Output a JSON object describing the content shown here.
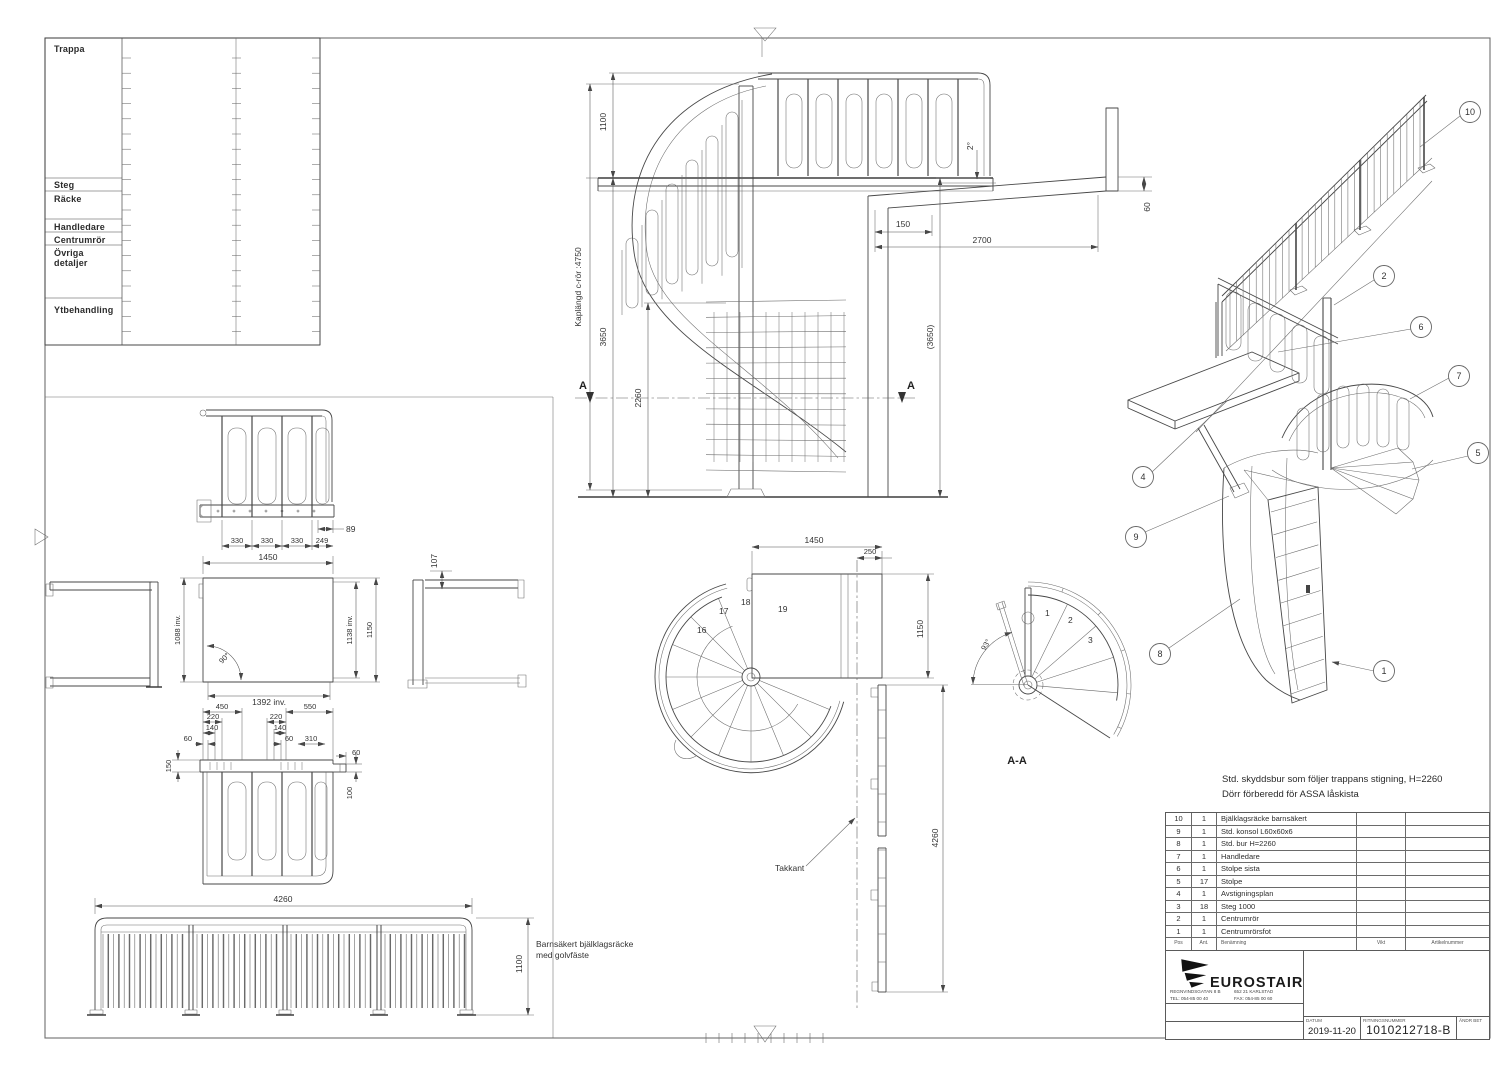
{
  "spec_table": {
    "trappa": "Trappa",
    "steg": "Steg",
    "racke": "Räcke",
    "handledare": "Handledare",
    "centrumror": "Centrumrör",
    "ovriga_1": "Övriga",
    "ovriga_2": "detaljer",
    "ytbehandling": "Ytbehandling"
  },
  "elevation": {
    "kaplangd": "Kaplängd c-rör :4750",
    "d1100": "1100",
    "d3650_left": "3650",
    "d2260": "2260",
    "d3650_right": "(3650)",
    "d150": "150",
    "d2700": "2700",
    "d60": "60",
    "angle": "2°",
    "section_a": "A"
  },
  "railing_top_view": {
    "d89": "89",
    "d330_1": "330",
    "d330_2": "330",
    "d330_3": "330",
    "d249": "249"
  },
  "platform_plan": {
    "d1450": "1450",
    "d1088": "1088 inv.",
    "d1138": "1138 inv.",
    "d1150": "1150",
    "d1392": "1392 inv.",
    "a90": "90°",
    "d107": "107"
  },
  "railing_detail": {
    "d450": "450",
    "d220l": "220",
    "d140l": "140",
    "d60l": "60",
    "d550": "550",
    "d220r": "220",
    "d140r": "140",
    "d60m": "60",
    "d310": "310",
    "d60r": "60",
    "d150": "150",
    "d100": "100"
  },
  "long_railing": {
    "d4260": "4260",
    "d1100": "1100",
    "note_1": "Barnsäkert bjälklagsräcke",
    "note_2": "med golvfäste"
  },
  "stair_plan": {
    "d1450": "1450",
    "d250": "250",
    "d1150": "1150",
    "s16": "16",
    "s17": "17",
    "s18": "18",
    "s19": "19"
  },
  "roof_section": {
    "takkant": "Takkant",
    "d4260": "4260"
  },
  "section_aa": {
    "title": "A-A",
    "angle": "93°",
    "s1": "1",
    "s2": "2",
    "s3": "3"
  },
  "iso": {
    "b1": "1",
    "b2": "2",
    "b4": "4",
    "b5": "5",
    "b6": "6",
    "b7": "7",
    "b8": "8",
    "b9": "9",
    "b10": "10"
  },
  "notes": {
    "line1": "Std. skyddsbur som följer trappans stigning, H=2260",
    "line2": "Dörr förberedd för ASSA låskista"
  },
  "parts_list": {
    "headers": {
      "pos": "Pos",
      "qty": "Ant.",
      "name": "Benämning",
      "weight": "Vikt",
      "article": "Artikelnummer"
    },
    "rows": [
      {
        "pos": "10",
        "qty": "1",
        "name": "Bjälklagsräcke barnsäkert"
      },
      {
        "pos": "9",
        "qty": "1",
        "name": "Std. konsol L60x60x6"
      },
      {
        "pos": "8",
        "qty": "1",
        "name": "Std. bur H=2260"
      },
      {
        "pos": "7",
        "qty": "1",
        "name": "Handledare"
      },
      {
        "pos": "6",
        "qty": "1",
        "name": "Stolpe sista"
      },
      {
        "pos": "5",
        "qty": "17",
        "name": "Stolpe"
      },
      {
        "pos": "4",
        "qty": "1",
        "name": "Avstigningsplan"
      },
      {
        "pos": "3",
        "qty": "18",
        "name": "Steg 1000"
      },
      {
        "pos": "2",
        "qty": "1",
        "name": "Centrumrör"
      },
      {
        "pos": "1",
        "qty": "1",
        "name": "Centrumrörsfot"
      }
    ]
  },
  "title_block": {
    "company": "EUROSTAIR",
    "address_1a": "REGNVINDSGATAN 8 B",
    "address_1b": "652 21 KARLSTAD",
    "address_2a": "TEL: 054-85 00 40",
    "address_2b": "FAX: 054-85 00 60",
    "date_label": "DATUM",
    "date": "2019-11-20",
    "number_label": "RITNINGSNUMMER",
    "number": "1010212718-B",
    "rev_label": "ÄNDR BET"
  }
}
